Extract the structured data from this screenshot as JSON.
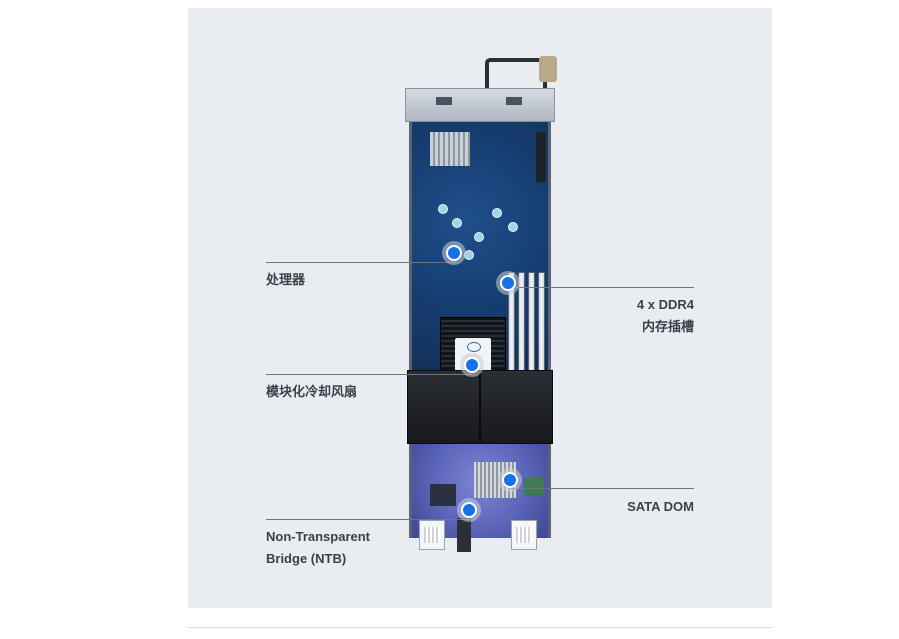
{
  "callouts": {
    "processor": {
      "label": "处理器"
    },
    "memory": {
      "line1": "4 x DDR4",
      "line2": "内存插槽"
    },
    "fan": {
      "label": "模块化冷却风扇"
    },
    "sata": {
      "label": "SATA DOM"
    },
    "ntb": {
      "line1": "Non-Transparent",
      "line2": "Bridge (NTB)"
    }
  },
  "colors": {
    "panel": "#e9edf2",
    "hotspot": "#1572e8",
    "label_text": "#3c4048",
    "leader_line": "#6f7782"
  }
}
